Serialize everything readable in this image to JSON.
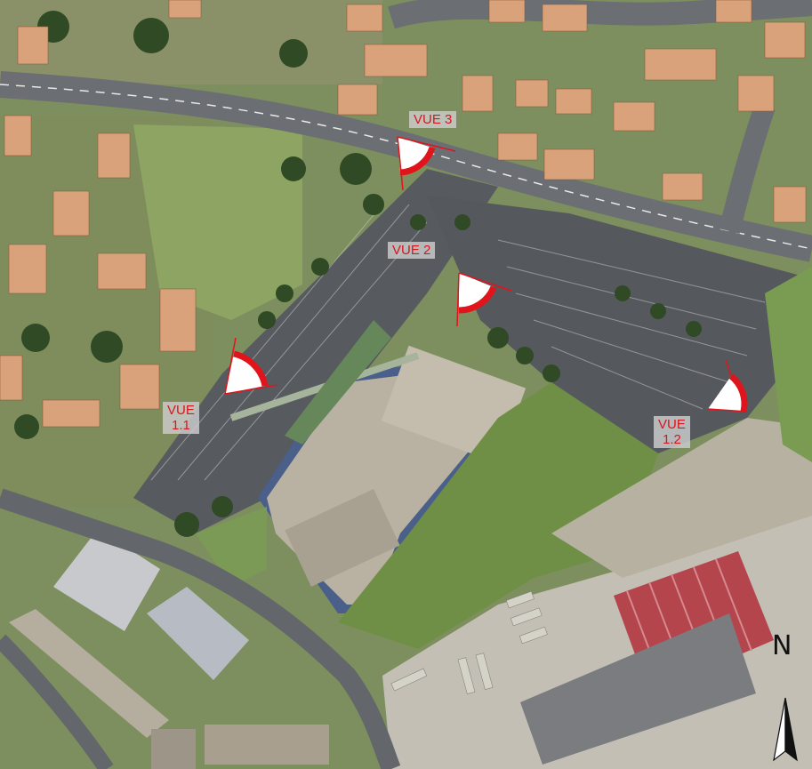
{
  "map": {
    "type": "aerial photograph with viewpoint markers",
    "views": [
      {
        "id": "vue-3",
        "label": "VUE 3"
      },
      {
        "id": "vue-2",
        "label": "VUE 2"
      },
      {
        "id": "vue-1-1",
        "label": "VUE\n1.1"
      },
      {
        "id": "vue-1-2",
        "label": "VUE\n1.2"
      }
    ],
    "north_arrow": {
      "letter": "N",
      "icon": "north-arrow-icon"
    },
    "colors": {
      "marker": "#e2141b",
      "label_text": "#d8161c",
      "label_bg": "#cdcdcd",
      "grass": "#6f8d4a",
      "asphalt": "#5a5d62",
      "roof_red": "#b4454d",
      "roof_flat": "#a9a49a"
    }
  }
}
